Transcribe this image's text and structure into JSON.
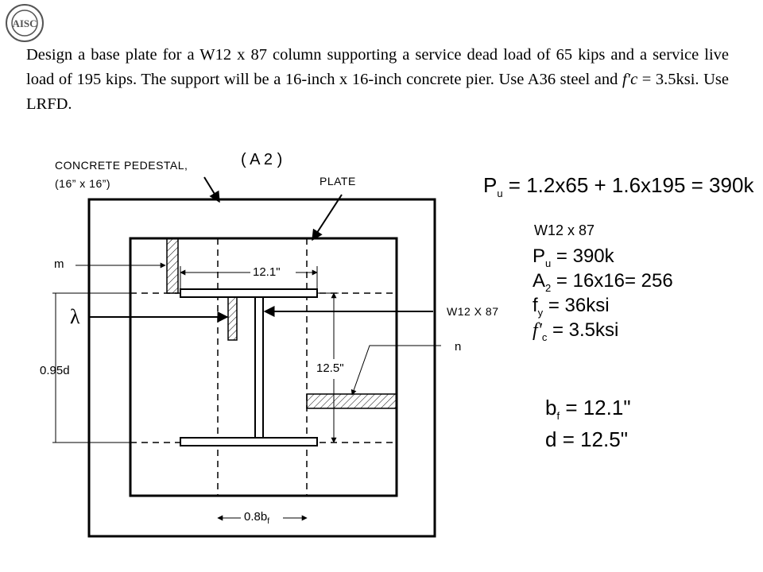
{
  "logo": {
    "name": "AISC seal",
    "text": "AISC"
  },
  "problem": {
    "part1": "Design a base plate for a W12 x 87 column supporting a service dead load of 65 kips and a service live load of 195 kips. The support will be a 16-inch x 16-inch concrete pier. Use A36 steel and ",
    "fc": "f'c",
    "part2": " = 3.5ksi. Use LRFD."
  },
  "diagram": {
    "pedestal_label_1": "CONCRETE PEDESTAL,",
    "pedestal_area": "( A 2 )",
    "pedestal_label_2": "(16” x 16”)",
    "plate_label": "PLATE",
    "m_label": "m",
    "lambda_label": "λ",
    "d_label": "0.95d",
    "flange_width_label": "12.1\"",
    "depth_label": "12.5\"",
    "section_label": "W12 X 87",
    "n_label": "n",
    "bf_label": "0.8b",
    "bf_sub": "f"
  },
  "calc": {
    "pu_eq": "P",
    "pu_sub": "u",
    "pu_rhs": " = 1.2x65 + 1.6x195 = 390k",
    "section": "W12 x 87",
    "rows": [
      {
        "sym": "P",
        "sub": "u",
        "val": "= 390k"
      },
      {
        "sym": "A",
        "sub": "2",
        "val": "= 16x16= 256"
      },
      {
        "sym": "f",
        "sub": "y",
        "val": "= 36ksi"
      },
      {
        "sym": "f'",
        "sub": "c",
        "val": "= 3.5ksi"
      }
    ],
    "bf_sym": "b",
    "bf_sub": "f",
    "bf_rhs": " = 12.1\"",
    "d_sym": "d",
    "d_rhs": " = 12.5\""
  }
}
